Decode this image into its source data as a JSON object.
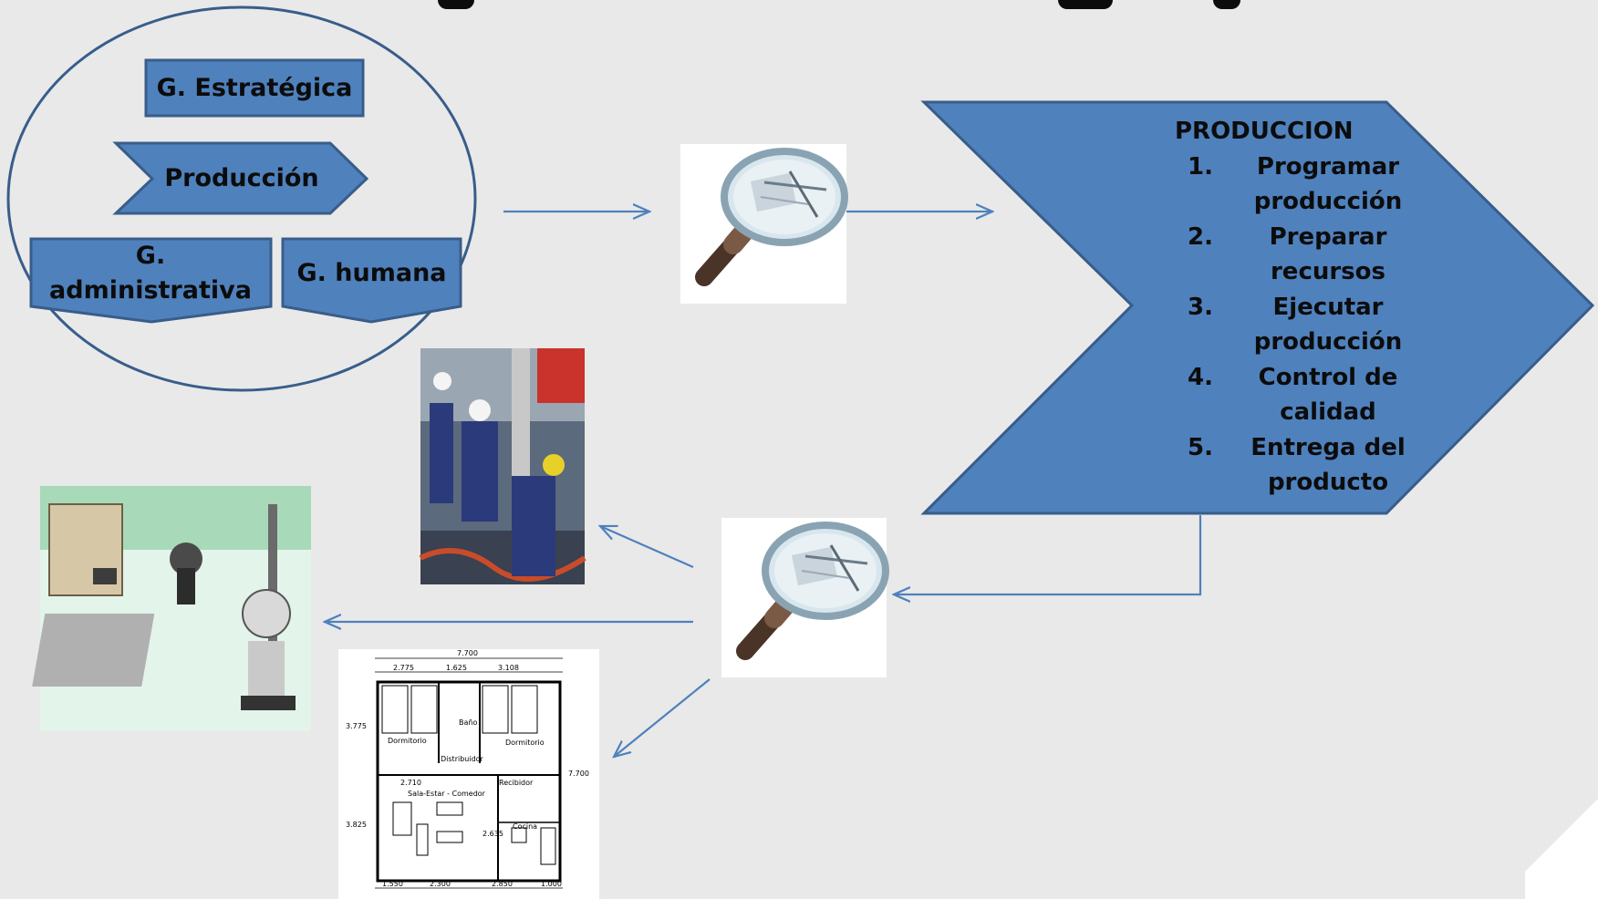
{
  "oval": {
    "estrategica": "G. Estratégica",
    "produccion": "Producción",
    "administrativa": "G. administrativa",
    "humana": "G. humana"
  },
  "process": {
    "heading": "PRODUCCION",
    "steps": [
      {
        "num": "1.",
        "text": "Programar producción"
      },
      {
        "num": "2.",
        "text": "Preparar recursos"
      },
      {
        "num": "3.",
        "text": "Ejecutar producción"
      },
      {
        "num": "4.",
        "text": "Control de calidad"
      },
      {
        "num": "5.",
        "text": "Entrega del producto"
      }
    ]
  },
  "floorplan": {
    "dim_top": "7.700",
    "dim_a": "2.775",
    "dim_b": "1.625",
    "dim_c": "3.108",
    "dim_left_top": "3.775",
    "dim_left_bottom": "3.825",
    "dim_right": "7.700",
    "dim_inner": "2.710",
    "dim_kitchen": "2.635",
    "dim_bot_a": "1.550",
    "dim_bot_b": "2.300",
    "dim_bot_c": "2.850",
    "dim_bot_d": "1.000",
    "room_dorm1": "Dormitorio",
    "room_dorm2": "Dormitorio",
    "room_bano": "Baño",
    "room_distribuidor": "Distribuidor",
    "room_recibidor": "Recibidor",
    "room_sala": "Sala-Estar - Comedor",
    "room_cocina": "Cocina"
  },
  "colors": {
    "shape_fill": "#4f81bd",
    "shape_stroke": "#385d8a",
    "background": "#e9e9e9",
    "text": "#0c0c0c"
  },
  "icons": [
    "magnifier-icon",
    "magnifier-icon"
  ]
}
